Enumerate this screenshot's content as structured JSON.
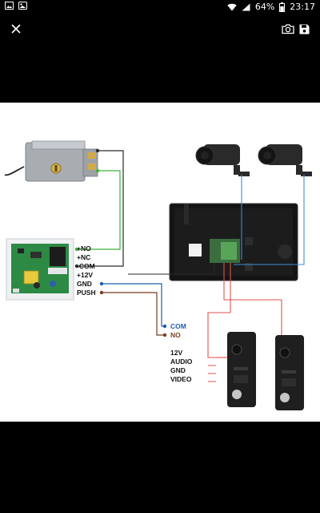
{
  "status_bar": {
    "notification_icons": [
      "gallery-notification-icon",
      "image-notification-icon"
    ],
    "wifi_icon": "wifi-icon",
    "signal_icon": "signal-icon",
    "battery_percent": "64%",
    "battery_icon": "battery-icon",
    "time": "23:17"
  },
  "toolbar": {
    "close_icon": "close-icon",
    "lens_icon": "google-lens-icon",
    "save_icon": "save-icon"
  },
  "diagram": {
    "lock_terminals": [
      "+NO",
      "+NC",
      "-COM",
      "+12V",
      "GND",
      "PUSH"
    ],
    "exit_button_terminals": [
      "COM",
      "NO"
    ],
    "doorbell_terminals": [
      "12V",
      "AUDIO",
      "GND",
      "VIDEO"
    ],
    "colors": {
      "black_wire": "#2a2a2a",
      "green_wire": "#3db53d",
      "blue_wire": "#1f5fae",
      "brown_wire": "#7a3d1f",
      "red_wire": "#e0524a",
      "camera_wire": "#3a8fd6"
    }
  }
}
